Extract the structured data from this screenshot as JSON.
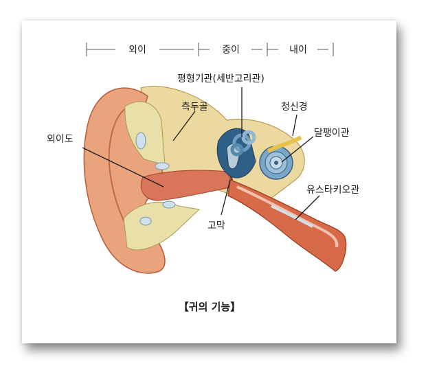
{
  "header": {
    "outer": "외이",
    "middle": "중이",
    "inner": "내이"
  },
  "labels": {
    "semicircular": "평형기관(세반고리관)",
    "temporal_bone": "측두골",
    "auditory_nerve": "청신경",
    "cochlea": "달팽이관",
    "ear_canal": "외이도",
    "eustachian": "유스타키오관",
    "eardrum": "고막"
  },
  "caption": "【귀의 기능】",
  "colors": {
    "skin": "#e8a27c",
    "skin_dark": "#c8633b",
    "bone": "#e9dfa6",
    "canal": "#d9765a",
    "inner_blue": "#5a8fb3",
    "tube": "#d9694a"
  }
}
